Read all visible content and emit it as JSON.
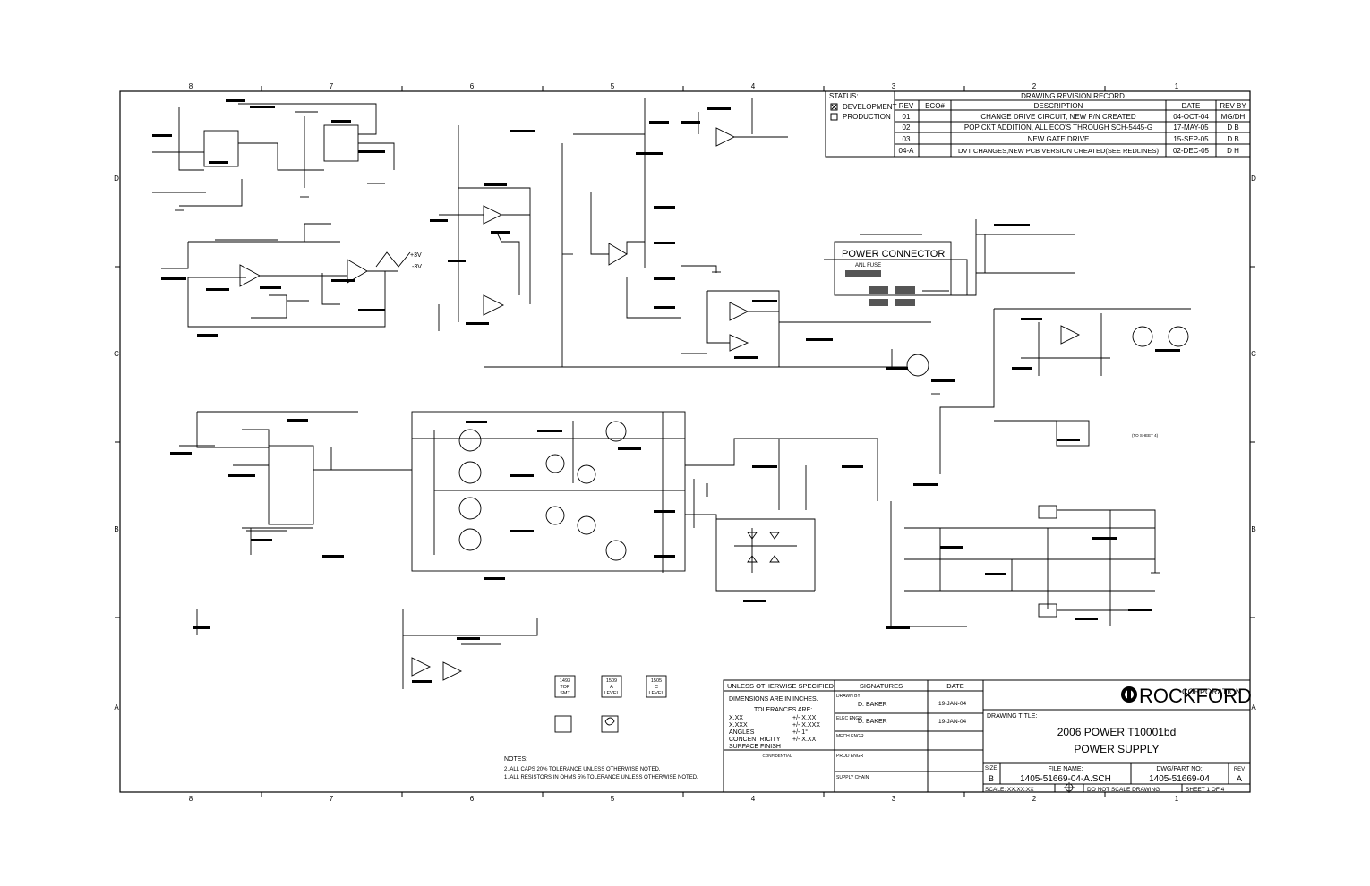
{
  "border": {
    "col_labels": [
      "8",
      "7",
      "6",
      "5",
      "4",
      "3",
      "2",
      "1"
    ],
    "row_labels": [
      "D",
      "C",
      "B",
      "A"
    ]
  },
  "status": {
    "label": "STATUS:",
    "development": "DEVELOPMENT",
    "production": "PRODUCTION",
    "development_checked": true
  },
  "revision_record": {
    "title": "DRAWING REVISION RECORD",
    "headers": [
      "REV",
      "ECO#",
      "DESCRIPTION",
      "DATE",
      "REV BY"
    ],
    "rows": [
      {
        "rev": "01",
        "eco": "",
        "desc": "CHANGE DRIVE CIRCUIT, NEW P/N CREATED",
        "date": "04-OCT-04",
        "by": "MG/DH"
      },
      {
        "rev": "02",
        "eco": "",
        "desc": "POP CKT ADDITION, ALL ECO'S THROUGH SCH-5445-G",
        "date": "17-MAY-05",
        "by": "D B"
      },
      {
        "rev": "03",
        "eco": "",
        "desc": "NEW GATE DRIVE",
        "date": "15-SEP-05",
        "by": "D B"
      },
      {
        "rev": "04-A",
        "eco": "",
        "desc": "DVT CHANGES,NEW PCB VERSION CREATED(SEE REDLINES)",
        "date": "02-DEC-05",
        "by": "D H"
      }
    ]
  },
  "schematic": {
    "power_connector": "POWER CONNECTOR",
    "anl_fuse": "ANL FUSE",
    "plus3v": "+3V",
    "minus3v": "-3V",
    "to_sheet": "(TO SHEET 4)"
  },
  "symbols": [
    {
      "num": "1493",
      "line1": "TOP",
      "line2": "SMT"
    },
    {
      "num": "1509",
      "line1": "A",
      "line2": "LEVEL"
    },
    {
      "num": "1505",
      "line1": "C",
      "line2": "LEVEL"
    }
  ],
  "notes": {
    "title": "NOTES:",
    "items": [
      "2. ALL CAPS 20% TOLERANCE UNLESS OTHERWISE NOTED.",
      "1. ALL RESISTORS IN OHMS 5% TOLERANCE UNLESS OTHERWISE NOTED."
    ]
  },
  "title_block": {
    "unless": "UNLESS OTHERWISE SPECIFIED:",
    "dimensions": "DIMENSIONS ARE IN INCHES.",
    "tolerances": "TOLERANCES ARE:",
    "tol_rows": [
      {
        "label": "X.XX",
        "value": "+/- X.XX"
      },
      {
        "label": "X.XXX",
        "value": "+/- X.XXX"
      },
      {
        "label": "ANGLES",
        "value": "+/- 1°"
      },
      {
        "label": "CONCENTRICITY",
        "value": "+/- X.XX"
      },
      {
        "label": "SURFACE FINISH",
        "value": ""
      }
    ],
    "confidential": "CONFIDENTIAL",
    "signatures": "SIGNATURES",
    "date": "DATE",
    "drawn_by": "DRAWN BY",
    "elec_engr": "ELEC ENGR",
    "mech_engr": "MECH ENGR",
    "prod_engr": "PROD ENGR",
    "supply_chain": "SUPPLY CHAIN",
    "drawn_name": "D. BAKER",
    "drawn_date": "19-JAN-04",
    "elec_name": "D. BAKER",
    "elec_date": "19-JAN-04",
    "company": "ROCKFORD",
    "corporation": "CORPORATION",
    "drawing_title_label": "DRAWING TITLE:",
    "title_line1": "2006 POWER T10001bd",
    "title_line2": "POWER SUPPLY",
    "size_label": "SIZE",
    "size": "B",
    "file_name_label": "FILE NAME:",
    "file_name": "1405-51669-04-A.SCH",
    "dwg_label": "DWG/PART NO:",
    "dwg": "1405-51669-04",
    "rev_label": "REV",
    "rev": "A",
    "scale": "SCALE: XX.XX:XX",
    "do_not_scale": "DO NOT SCALE DRAWING",
    "sheet": "SHEET 1 OF 4"
  }
}
